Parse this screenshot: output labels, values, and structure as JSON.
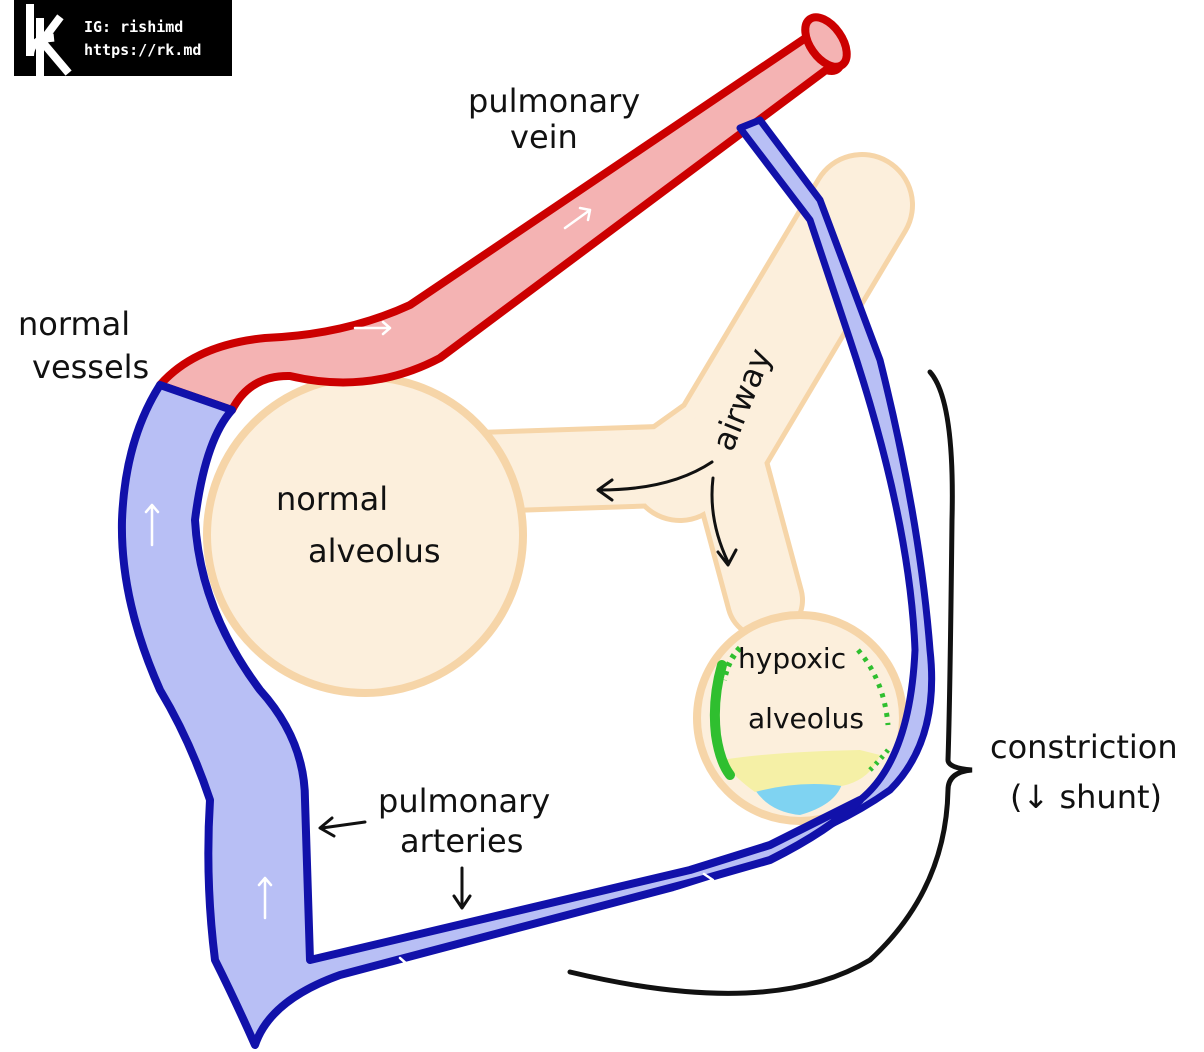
{
  "brand": {
    "ig": "IG: rishimd",
    "url": "https://rk.md"
  },
  "labels": {
    "pulmonary_vein_line1": "pulmonary",
    "pulmonary_vein_line2": "vein",
    "normal_vessels_line1": "normal",
    "normal_vessels_line2": "vessels",
    "airway": "airway",
    "normal_alveolus_line1": "normal",
    "normal_alveolus_line2": "alveolus",
    "hypoxic_alveolus_line1": "hypoxic",
    "hypoxic_alveolus_line2": "alveolus",
    "constriction_line1": "constriction",
    "constriction_line2": "(↓ shunt)",
    "pulmonary_arteries_line1": "pulmonary",
    "pulmonary_arteries_line2": "arteries"
  },
  "colors": {
    "vein_fill": "#f4b3b3",
    "vein_outline": "#cc0000",
    "artery_fill": "#b8bff5",
    "artery_outline": "#1111aa",
    "alveolus_fill": "#fcefdc",
    "alveolus_outline": "#f6d5a8",
    "infiltrate_green": "#2fbf2f",
    "infiltrate_yellow": "#f5f0a6",
    "fluid_blue": "#7fd3f2"
  }
}
